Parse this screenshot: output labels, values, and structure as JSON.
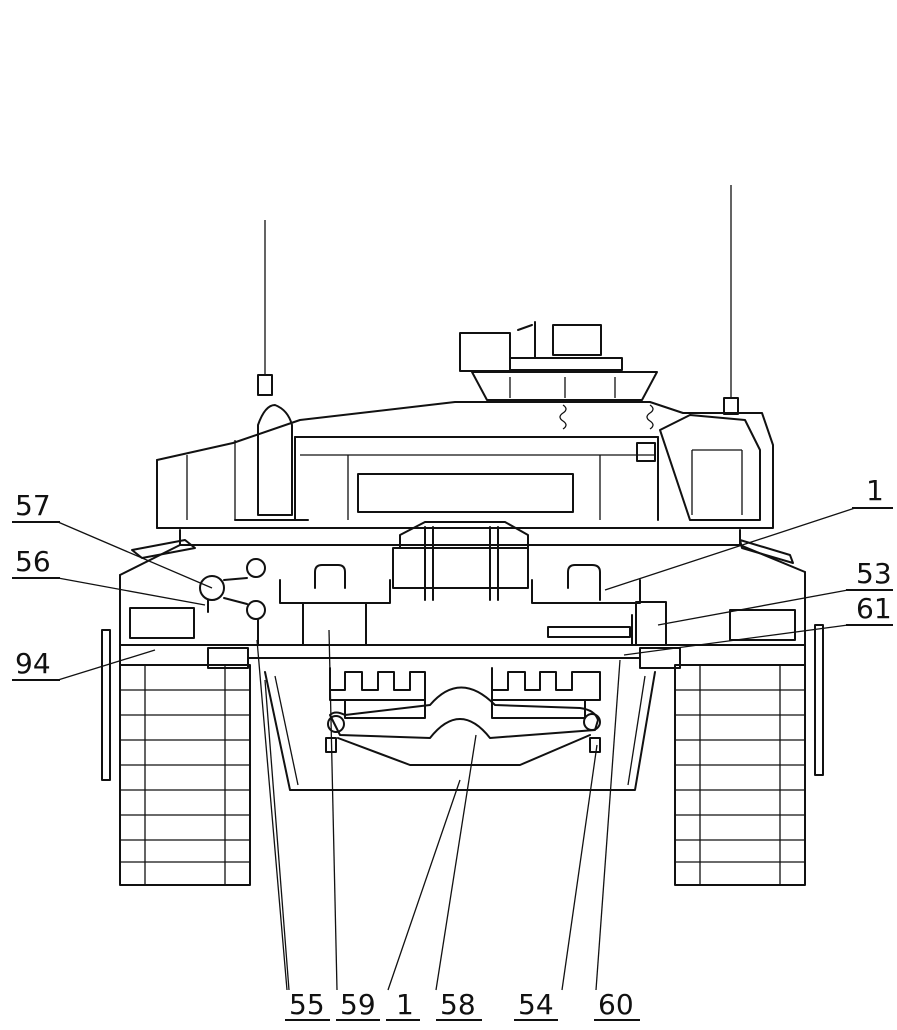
{
  "drawing": {
    "subject": "tank front view line drawing",
    "callouts": {
      "c57": "57",
      "c56": "56",
      "c94": "94",
      "c1_top": "1",
      "c53": "53",
      "c61": "61",
      "c55": "55",
      "c59": "59",
      "c1_bottom": "1",
      "c58": "58",
      "c54": "54",
      "c60": "60"
    }
  }
}
